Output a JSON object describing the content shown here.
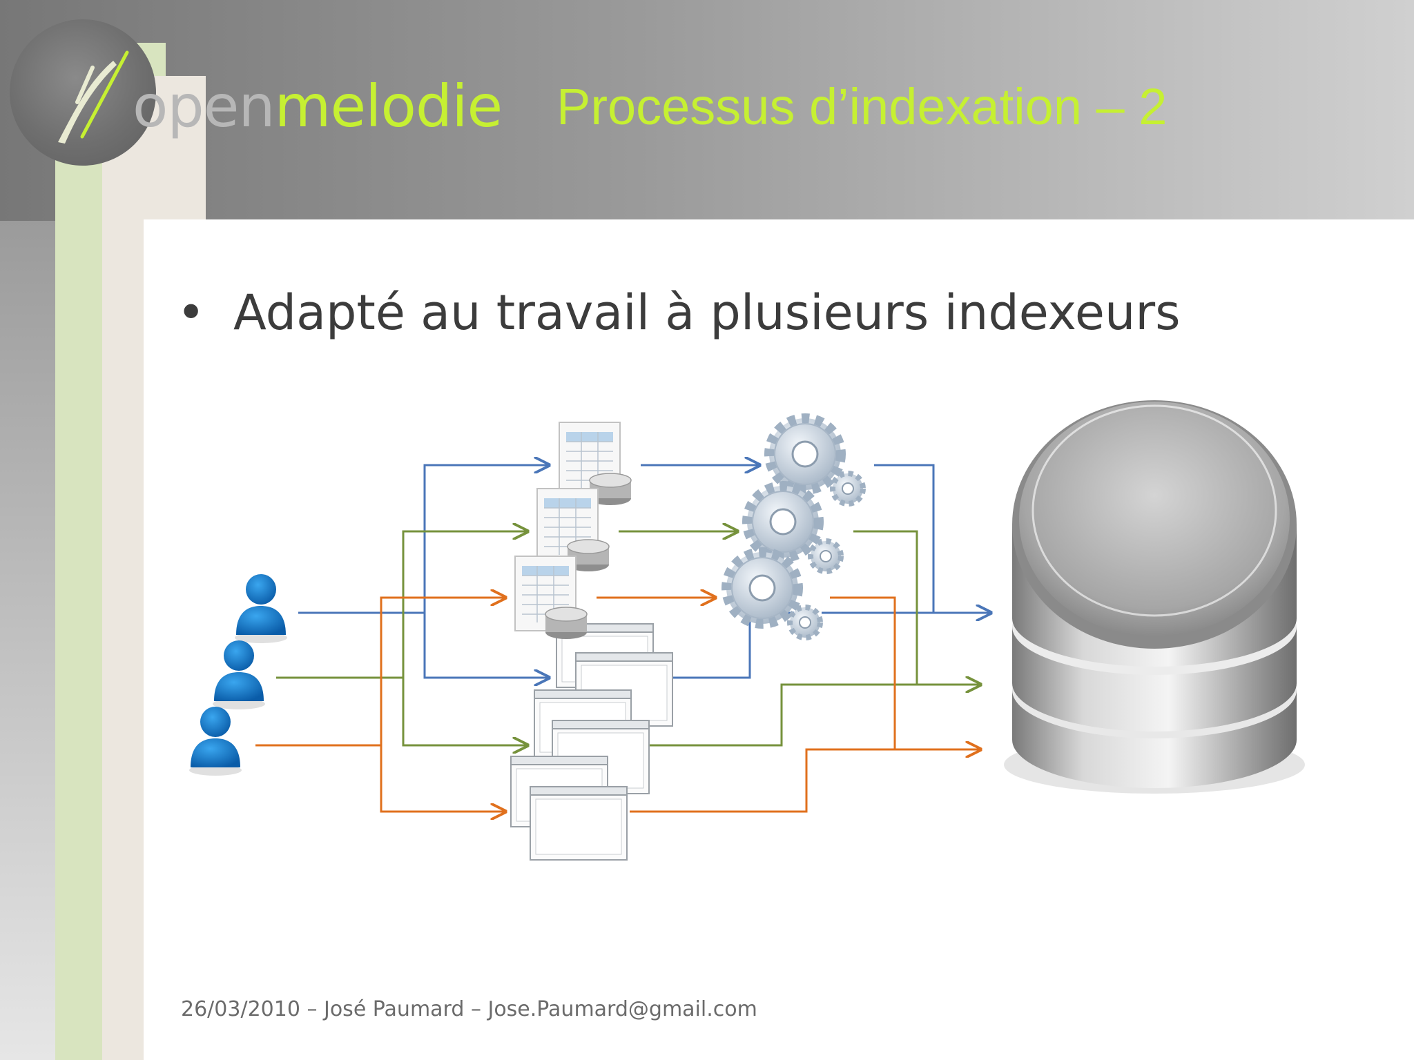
{
  "logo": {
    "open": "open",
    "melodie": "melodie"
  },
  "slide": {
    "title": "Processus d’indexation – 2",
    "bullet_symbol": "•",
    "bullet_text": "Adapté au travail à plusieurs indexeurs"
  },
  "footer": {
    "text": "26/03/2010 – José Paumard – Jose.Paumard@gmail.com"
  },
  "colors": {
    "blue": "#4a76b8",
    "green": "#76923c",
    "orange": "#e0701d",
    "accent": "#c6f032"
  },
  "diagram": {
    "icons": [
      "user-icon",
      "user-icon",
      "user-icon",
      "table-database-icon",
      "table-database-icon",
      "table-database-icon",
      "window-icon",
      "window-icon",
      "window-icon",
      "window-icon",
      "window-icon",
      "window-icon",
      "gears-icon",
      "gears-icon",
      "gears-icon",
      "database-icon"
    ]
  }
}
